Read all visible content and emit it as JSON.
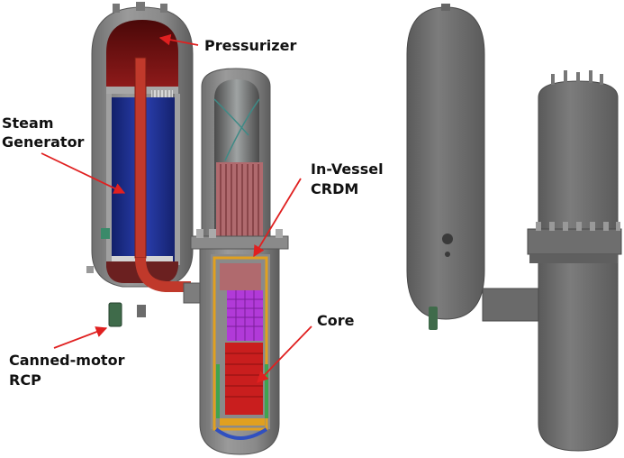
{
  "labels": {
    "pressurizer": "Pressurizer",
    "steam_generator_line1": "Steam",
    "steam_generator_line2": "Generator",
    "in_vessel_crdm_line1": "In-Vessel",
    "in_vessel_crdm_line2": "CRDM",
    "core": "Core",
    "canned_motor_rcp_line1": "Canned-motor",
    "canned_motor_rcp_line2": "RCP"
  },
  "colors": {
    "background": "#ffffff",
    "vessel_gray": "#8e8e8e",
    "vessel_dark": "#6a6a6a",
    "pressurizer_red": "#7a1414",
    "steam_generator_blue": "#1e2d8f",
    "tube_red": "#c0392b",
    "crdm_pink": "#b06a6e",
    "core_magenta": "#b13ad8",
    "core_red": "#c91e1e",
    "arrow_red": "#e02020",
    "rcp_green": "#3f6b4a"
  },
  "icons": [
    "red-arrow-icon"
  ]
}
